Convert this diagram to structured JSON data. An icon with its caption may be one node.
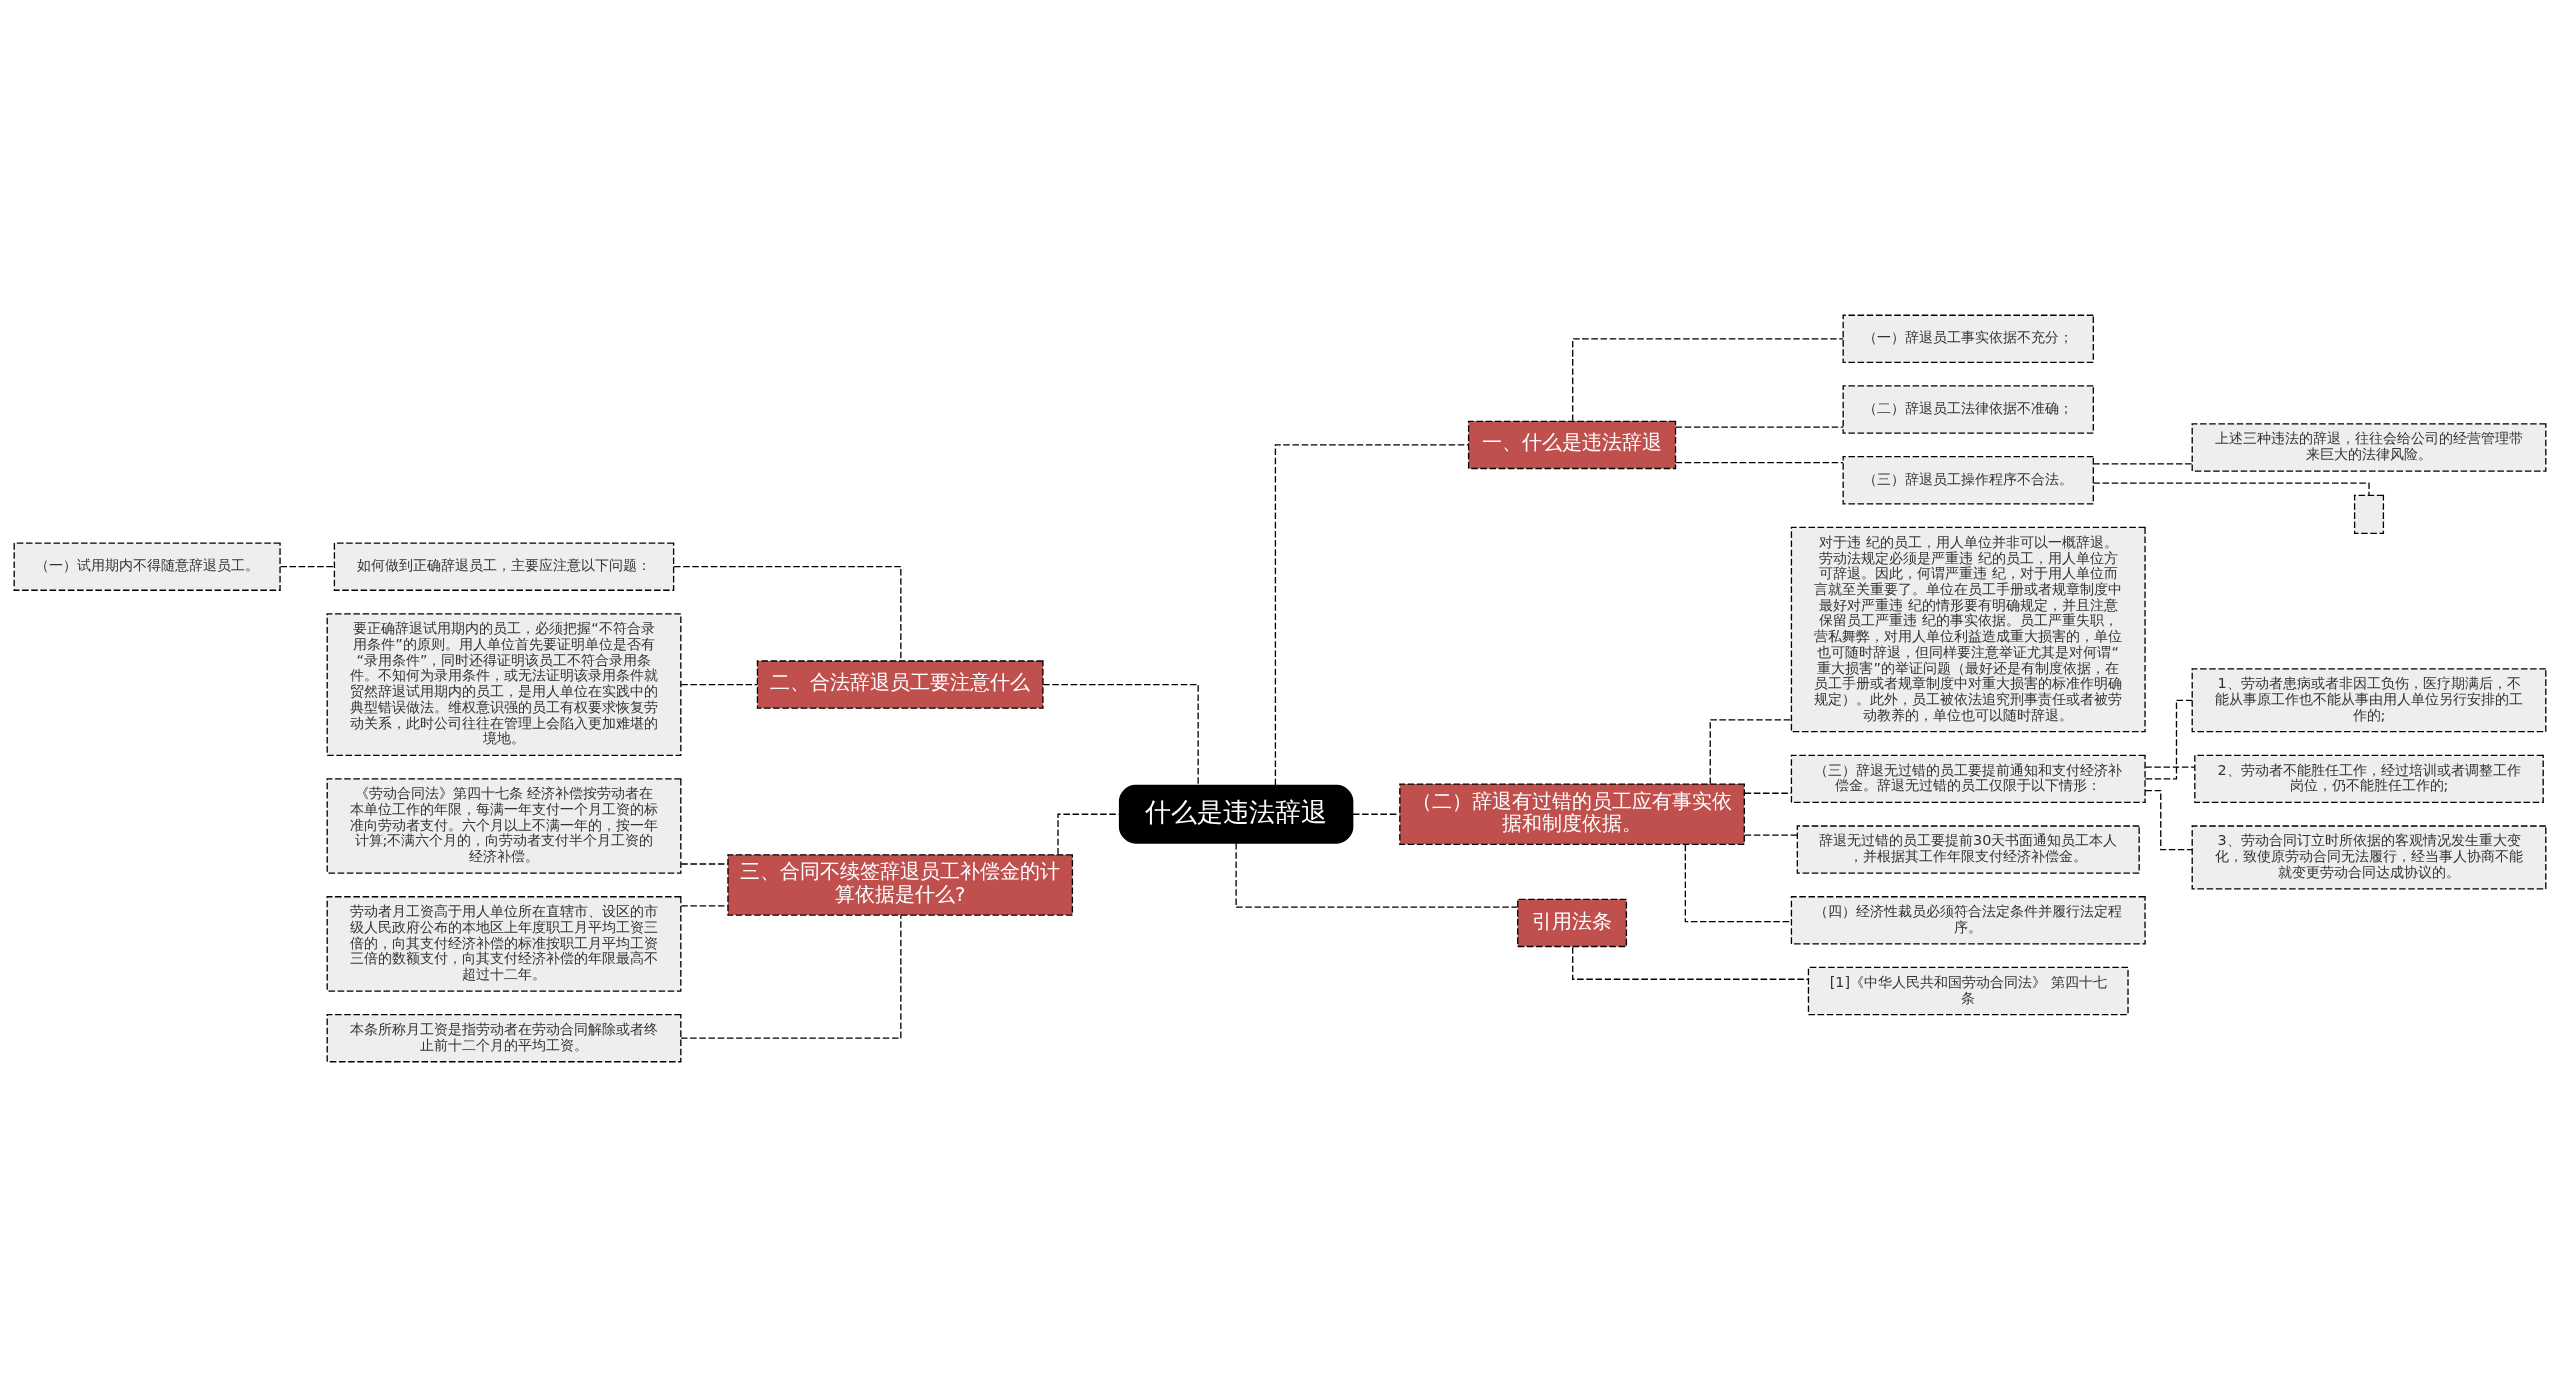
{
  "diagram": {
    "nodes": [
      {
        "text": [
          "什么是违法辞退"
        ]
      },
      {
        "text": [
          "一、什么是违法辞退"
        ]
      },
      {
        "text": [
          "（一）辞退员工事实依据不充分；"
        ]
      },
      {
        "text": [
          "（二）辞退员工法律依据不准确；"
        ]
      },
      {
        "text": [
          "（三）辞退员工操作程序不合法。"
        ]
      },
      {
        "text": [
          "上述三种违法的辞退，往往会给公司的经营管理带来巨大的法律风险。"
        ]
      },
      {
        "text": [],
        "shape": "box"
      },
      {
        "text": [
          "（二）辞退有过错的员工应有事实依据和制度依据。"
        ]
      },
      {
        "text": [
          "对于违 纪的员工，用人单位并非可以一概辞退。劳动法规定必须是严重违 纪的员工，用人单位方可辞退。因此，何谓严重违 纪，对于用人单位而言就至关重要了。单位在员工手册或者规章制度中最好对严重违 纪的情形要有明确规定，并且注意保留员工严重违 纪的事实依据。员工严重失职，营私舞弊，对用人单位利益造成重大损害的，单位也可随时辞退，但同样要注意举证尤其是对何谓“重大损害”的举证问题（最好还是有制度依据，在员工手册或者规章制度中对重大损害的标准作明确规定）。此外，员工被依法追究刑事责任或者被劳动教养的，单位也可以随时辞退。"
        ]
      },
      {
        "text": [
          "（三）辞退无过错的员工要提前通知和支付经济补偿金。辞退无过错的员工仅限于以下情形："
        ]
      },
      {
        "text": [
          "1、劳动者患病或者非因工负伤，医疗期满后，不能从事原工作也不能从事由用人单位另行安排的工作的;"
        ]
      },
      {
        "text": [
          "2、劳动者不能胜任工作，经过培训或者调整工作岗位，仍不能胜任工作的;"
        ]
      },
      {
        "text": [
          "3、劳动合同订立时所依据的客观情况发生重大变化，致使原劳动合同无法履行，经当事人协商不能就变更劳动合同达成协议的。"
        ]
      },
      {
        "text": [
          "辞退无过错的员工要提前30天书面通知员工本人，并根据其工作年限支付经济补偿金。"
        ]
      },
      {
        "text": [
          "（四）经济性裁员必须符合法定条件并履行法定程序。"
        ]
      },
      {
        "text": [
          "引用法条"
        ]
      },
      {
        "text": [
          "[1]《中华人民共和国劳动合同法》 第四十七条"
        ]
      },
      {
        "text": [
          "二、合法辞退员工要注意什么"
        ]
      },
      {
        "text": [
          "如何做到正确辞退员工，主要应注意以下问题："
        ]
      },
      {
        "text": [
          "（一）试用期内不得随意辞退员工。"
        ]
      },
      {
        "text": [
          "要正确辞退试用期内的员工，必须把握“不符合录用条件”的原则。用人单位首先要证明单位是否有“录用条件”，同时还得证明该员工不符合录用条件。不知何为录用条件，或无法证明该录用条件就贸然辞退试用期内的员工，是用人单位在实践中的典型错误做法。维权意识强的员工有权要求恢复劳动关系，此时公司往往在管理上会陷入更加难堪的境地。"
        ]
      },
      {
        "text": [
          "三、合同不续签辞退员工补偿金的计算依据是什么?"
        ]
      },
      {
        "text": [
          "《劳动合同法》第四十七条 经济补偿按劳动者在本单位工作的年限，每满一年支付一个月工资的标准向劳动者支付。六个月以上不满一年的，按一年计算;不满六个月的，向劳动者支付半个月工资的经济补偿。"
        ]
      },
      {
        "text": [
          "劳动者月工资高于用人单位所在直辖市、设区的市级人民政府公布的本地区上年度职工月平均工资三倍的，向其支付经济补偿的标准按职工月平均工资三倍的数额支付，向其支付经济补偿的年限最高不超过十二年。"
        ]
      },
      {
        "text": [
          "本条所称月工资是指劳动者在劳动合同解除或者终止前十二个月的平均工资。"
        ]
      }
    ],
    "edges": [
      {
        "from": 0,
        "to": 1,
        "arrow": "none",
        "style": "dashed"
      },
      {
        "from": 1,
        "to": 2,
        "arrow": "none",
        "style": "dashed"
      },
      {
        "from": 1,
        "to": 3,
        "arrow": "none",
        "style": "dashed"
      },
      {
        "from": 1,
        "to": 4,
        "arrow": "none",
        "style": "dashed"
      },
      {
        "from": 4,
        "to": 5,
        "arrow": "none",
        "style": "dashed"
      },
      {
        "from": 4,
        "to": 6,
        "arrow": "none",
        "style": "dashed"
      },
      {
        "from": 0,
        "to": 7,
        "arrow": "none",
        "style": "dashed"
      },
      {
        "from": 7,
        "to": 8,
        "arrow": "none",
        "style": "dashed"
      },
      {
        "from": 7,
        "to": 9,
        "arrow": "none",
        "style": "dashed"
      },
      {
        "from": 9,
        "to": 10,
        "arrow": "none",
        "style": "dashed"
      },
      {
        "from": 9,
        "to": 11,
        "arrow": "none",
        "style": "dashed"
      },
      {
        "from": 9,
        "to": 12,
        "arrow": "none",
        "style": "dashed"
      },
      {
        "from": 7,
        "to": 13,
        "arrow": "none",
        "style": "dashed"
      },
      {
        "from": 7,
        "to": 14,
        "arrow": "none",
        "style": "dashed"
      },
      {
        "from": 0,
        "to": 15,
        "arrow": "none",
        "style": "dashed"
      },
      {
        "from": 15,
        "to": 16,
        "arrow": "none",
        "style": "dashed"
      },
      {
        "from": 0,
        "to": 17,
        "arrow": "none",
        "style": "dashed"
      },
      {
        "from": 17,
        "to": 18,
        "arrow": "none",
        "style": "dashed"
      },
      {
        "from": 18,
        "to": 19,
        "arrow": "none",
        "style": "dashed"
      },
      {
        "from": 17,
        "to": 20,
        "arrow": "none",
        "style": "dashed"
      },
      {
        "from": 0,
        "to": 21,
        "arrow": "none",
        "style": "dashed"
      },
      {
        "from": 21,
        "to": 22,
        "arrow": "none",
        "style": "dashed"
      },
      {
        "from": 21,
        "to": 23,
        "arrow": "none",
        "style": "dashed"
      },
      {
        "from": 21,
        "to": 24,
        "arrow": "none",
        "style": "dashed"
      }
    ]
  }
}
